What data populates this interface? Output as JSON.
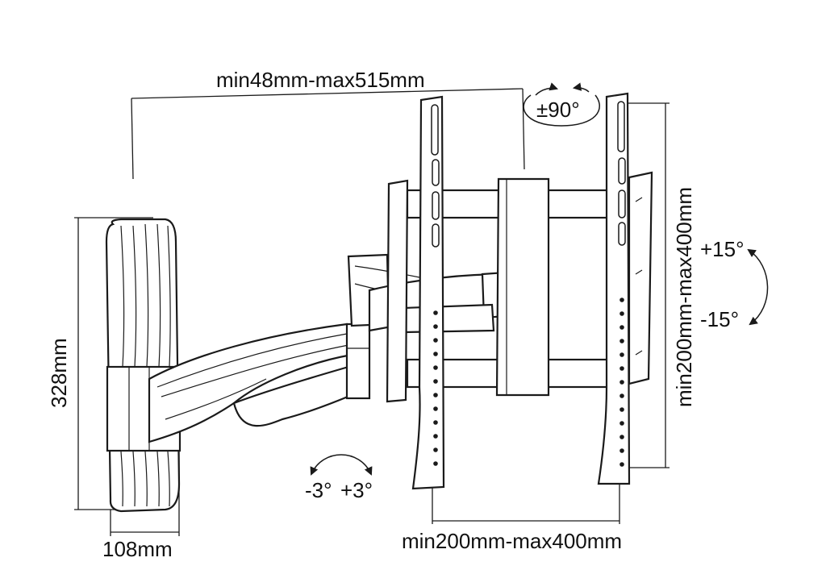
{
  "dimensions": {
    "top_extension": "min48mm-max515mm",
    "height": "328mm",
    "plate_width": "108mm",
    "vesa_vertical": "min200mm-max400mm",
    "vesa_horizontal": "min200mm-max400mm"
  },
  "angles": {
    "swivel": "±90°",
    "tilt_up": "+15°",
    "tilt_down": "-15°",
    "level_left": "-3°",
    "level_right": "+3°"
  },
  "colors": {
    "ink": "#1a1a1a",
    "background": "#ffffff"
  }
}
